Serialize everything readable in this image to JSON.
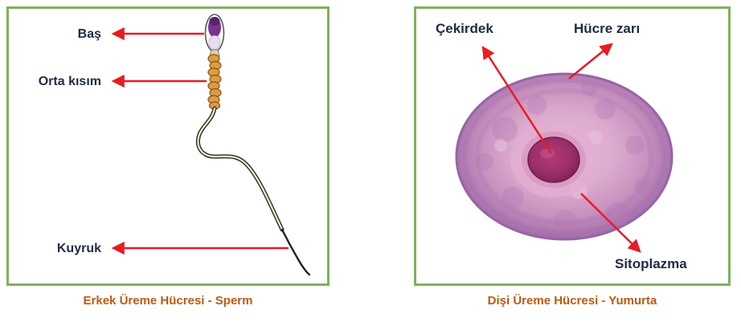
{
  "colors": {
    "panel_border": "#7eb25e",
    "caption_text": "#c05a11",
    "label_text": "#1f2a44",
    "arrow_red": "#e81c24",
    "sperm_head_purple": "#7b3390",
    "sperm_midpiece_orange": "#e09a3f",
    "sperm_tail_cream": "#f5eec6",
    "egg_outer_purple": "#8d589a",
    "egg_cytoplasm_pink": "#dcaacd",
    "egg_nucleus_magenta": "#9c2f67"
  },
  "sperm_panel": {
    "caption": "Erkek Üreme Hücresi - Sperm",
    "labels": {
      "head": "Baş",
      "midpiece": "Orta kısım",
      "tail": "Kuyruk"
    }
  },
  "egg_panel": {
    "caption": "Dişi Üreme Hücresi - Yumurta",
    "labels": {
      "nucleus": "Çekirdek",
      "membrane": "Hücre zarı",
      "cytoplasm": "Sitoplazma"
    }
  }
}
